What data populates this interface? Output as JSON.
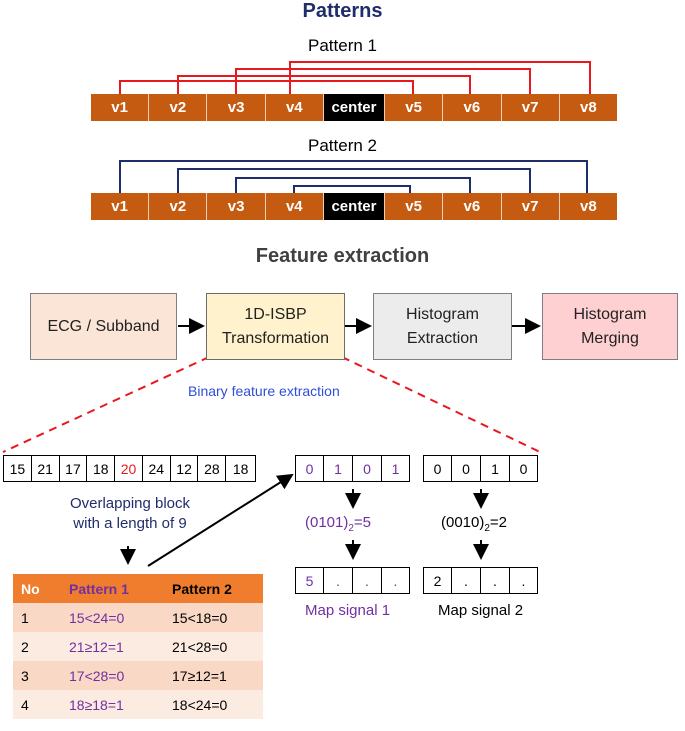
{
  "patterns_title": "Patterns",
  "pattern1": {
    "label": "Pattern 1",
    "cells": [
      "v1",
      "v2",
      "v3",
      "v4",
      "center",
      "v5",
      "v6",
      "v7",
      "v8"
    ]
  },
  "pattern2": {
    "label": "Pattern 2",
    "cells": [
      "v1",
      "v2",
      "v3",
      "v4",
      "center",
      "v5",
      "v6",
      "v7",
      "v8"
    ]
  },
  "feature_title": "Feature extraction",
  "flow": {
    "ecg": "ECG / Subband",
    "transform_line1": "1D-ISBP",
    "transform_line2": "Transformation",
    "hist_ext_line1": "Histogram",
    "hist_ext_line2": "Extraction",
    "hist_merge_line1": "Histogram",
    "hist_merge_line2": "Merging"
  },
  "binary_label": "Binary feature extraction",
  "sequence": [
    "15",
    "21",
    "17",
    "18",
    "20",
    "24",
    "12",
    "28",
    "18"
  ],
  "overlap_line1": "Overlapping block",
  "overlap_line2": "with a length of 9",
  "table": {
    "headers": [
      "No",
      "Pattern 1",
      "Pattern 2"
    ],
    "rows": [
      [
        "1",
        "15<24=0",
        "15<18=0"
      ],
      [
        "2",
        "21≥12=1",
        "21<28=0"
      ],
      [
        "3",
        "17<28=0",
        "17≥12=1"
      ],
      [
        "4",
        "18≥18=1",
        "18<24=0"
      ]
    ]
  },
  "bits1": [
    "0",
    "1",
    "0",
    "1"
  ],
  "bits2": [
    "0",
    "0",
    "1",
    "0"
  ],
  "eq1_bin": "(0101)",
  "eq1_sub": "2",
  "eq1_val": "=5",
  "eq2_bin": "(0010)",
  "eq2_sub": "2",
  "eq2_val": "=2",
  "map1_cells": [
    "5",
    ".",
    ".",
    "."
  ],
  "map2_cells": [
    "2",
    ".",
    ".",
    "."
  ],
  "map1_label": "Map signal 1",
  "map2_label": "Map signal 2",
  "colors": {
    "orange": "#c55a11",
    "red": "#e8191e",
    "navy": "#1f2d6b",
    "purple": "#7030a0",
    "blue": "#2e4fd8"
  }
}
